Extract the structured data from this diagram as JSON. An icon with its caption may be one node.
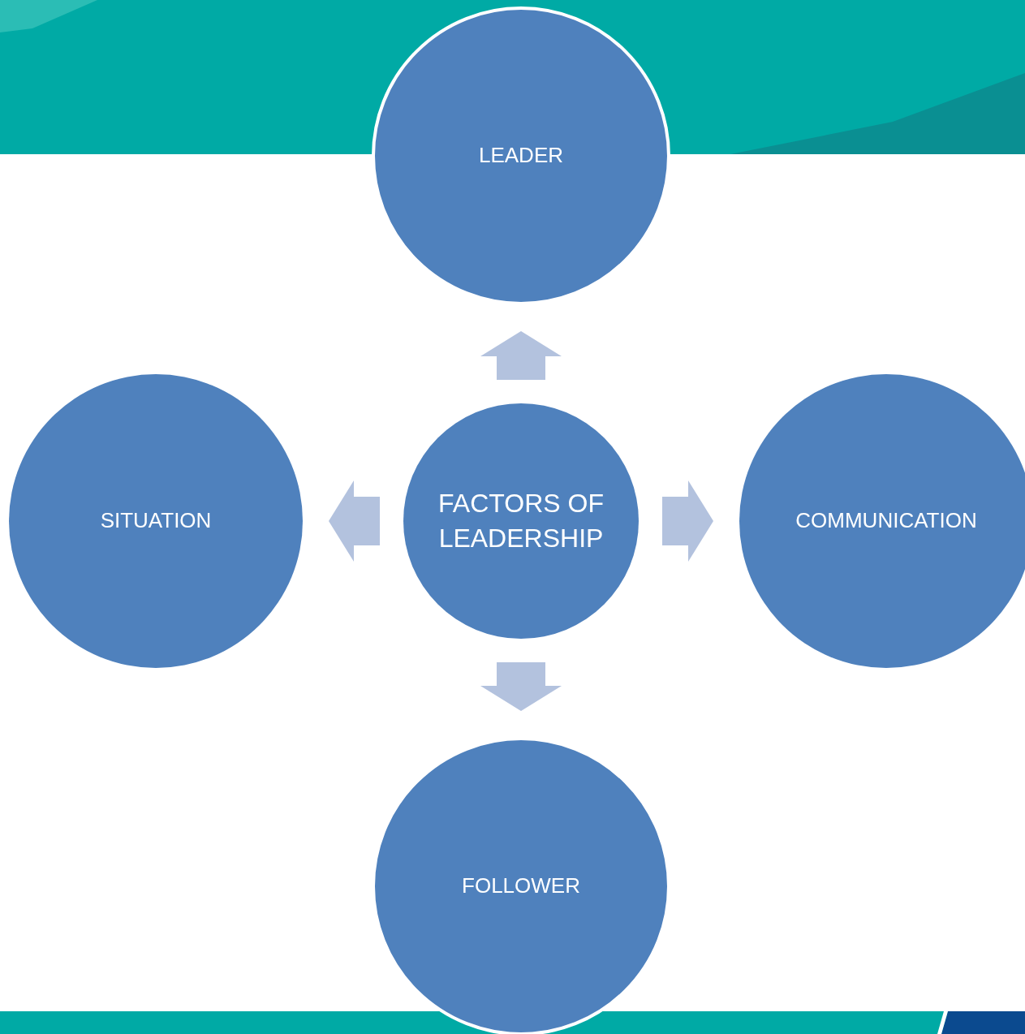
{
  "diagram": {
    "nodes": [
      {
        "text": [
          "FACTORS OF LEADERSHIP"
        ]
      },
      {
        "text": [
          "LEADER"
        ]
      },
      {
        "text": [
          "COMMUNICATION"
        ]
      },
      {
        "text": [
          "FOLLOWER"
        ]
      },
      {
        "text": [
          "SITUATION"
        ]
      }
    ],
    "edges": [
      {
        "from": 0,
        "to": 1,
        "arrow": "to"
      },
      {
        "from": 0,
        "to": 2,
        "arrow": "to"
      },
      {
        "from": 0,
        "to": 3,
        "arrow": "to"
      },
      {
        "from": 0,
        "to": 4,
        "arrow": "to"
      }
    ]
  }
}
